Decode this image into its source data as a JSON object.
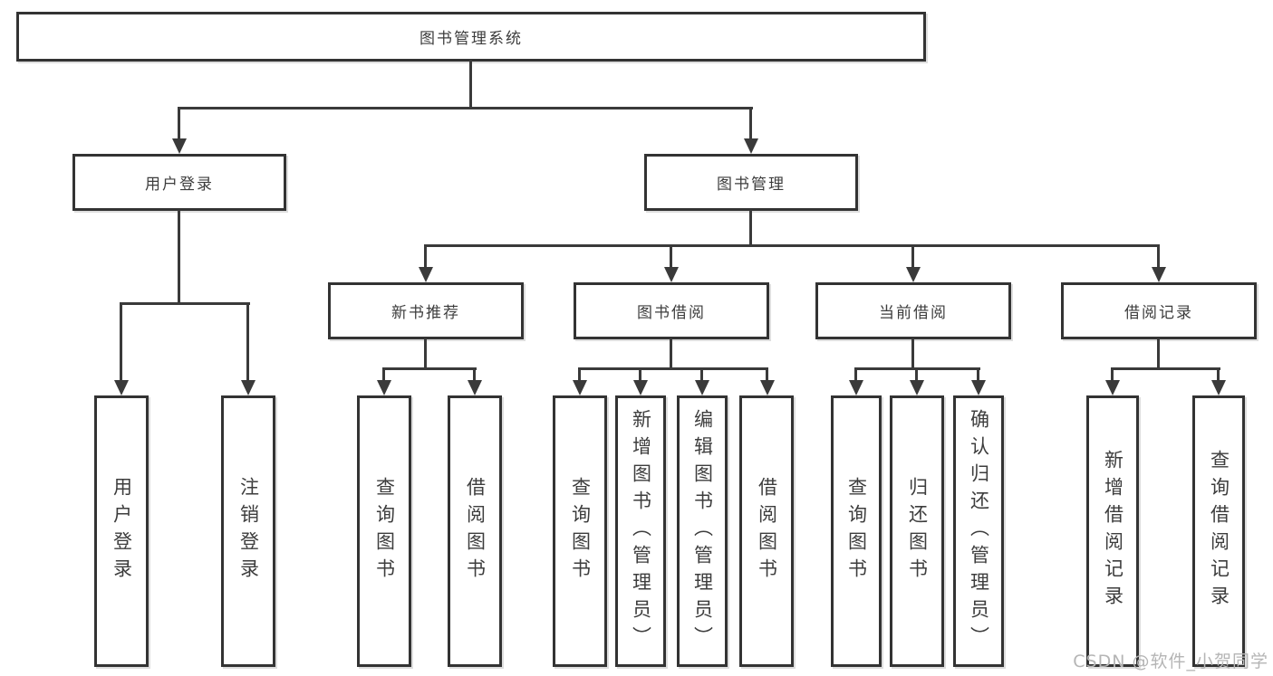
{
  "diagram": {
    "root": {
      "label": "图书管理系统"
    },
    "branches": [
      {
        "label": "用户登录",
        "children": [
          {
            "label": "用户登录"
          },
          {
            "label": "注销登录"
          }
        ]
      },
      {
        "label": "图书管理",
        "groups": [
          {
            "label": "新书推荐",
            "children": [
              {
                "label": "查询图书"
              },
              {
                "label": "借阅图书"
              }
            ]
          },
          {
            "label": "图书借阅",
            "children": [
              {
                "label": "查询图书"
              },
              {
                "label": "新增图书（管理员）"
              },
              {
                "label": "编辑图书（管理员）"
              },
              {
                "label": "借阅图书"
              }
            ]
          },
          {
            "label": "当前借阅",
            "children": [
              {
                "label": "查询图书"
              },
              {
                "label": "归还图书"
              },
              {
                "label": "确认归还（管理员）"
              }
            ]
          },
          {
            "label": "借阅记录",
            "children": [
              {
                "label": "新增借阅记录"
              },
              {
                "label": "查询借阅记录"
              }
            ]
          }
        ]
      }
    ]
  },
  "watermark": {
    "text": "CSDN @软件_小贺同学"
  },
  "colors": {
    "line": "#3a3a3a",
    "border": "#333333",
    "text": "#3d3d3d",
    "watermark": "#b5b5b5"
  }
}
